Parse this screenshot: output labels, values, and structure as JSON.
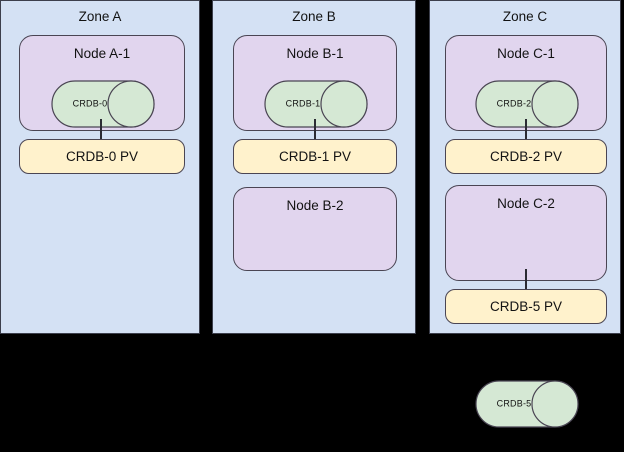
{
  "diagram": {
    "background_color": "#000000",
    "zone_fill": "#d4e1f4",
    "node_fill": "#e1d5ee",
    "db_fill": "#d5e8d4",
    "pv_fill": "#fff2cc",
    "stroke_color": "#4a4553"
  },
  "zones": [
    {
      "id": "zone-a",
      "title": "Zone A",
      "nodes": [
        {
          "id": "node-a-1",
          "title": "Node A-1",
          "database": {
            "id": "crdb-0",
            "label": "CRDB-0"
          },
          "pv": {
            "id": "crdb-0-pv",
            "label": "CRDB-0 PV"
          }
        }
      ]
    },
    {
      "id": "zone-b",
      "title": "Zone B",
      "nodes": [
        {
          "id": "node-b-1",
          "title": "Node B-1",
          "database": {
            "id": "crdb-1",
            "label": "CRDB-1"
          },
          "pv": {
            "id": "crdb-1-pv",
            "label": "CRDB-1 PV"
          }
        },
        {
          "id": "node-b-2",
          "title": "Node B-2",
          "database": null,
          "pv": null
        }
      ]
    },
    {
      "id": "zone-c",
      "title": "Zone C",
      "nodes": [
        {
          "id": "node-c-1",
          "title": "Node C-1",
          "database": {
            "id": "crdb-2",
            "label": "CRDB-2"
          },
          "pv": {
            "id": "crdb-2-pv",
            "label": "CRDB-2 PV"
          }
        },
        {
          "id": "node-c-2",
          "title": "Node C-2",
          "database": {
            "id": "crdb-5",
            "label": "CRDB-5"
          },
          "pv": {
            "id": "crdb-5-pv",
            "label": "CRDB-5 PV"
          }
        }
      ]
    }
  ]
}
